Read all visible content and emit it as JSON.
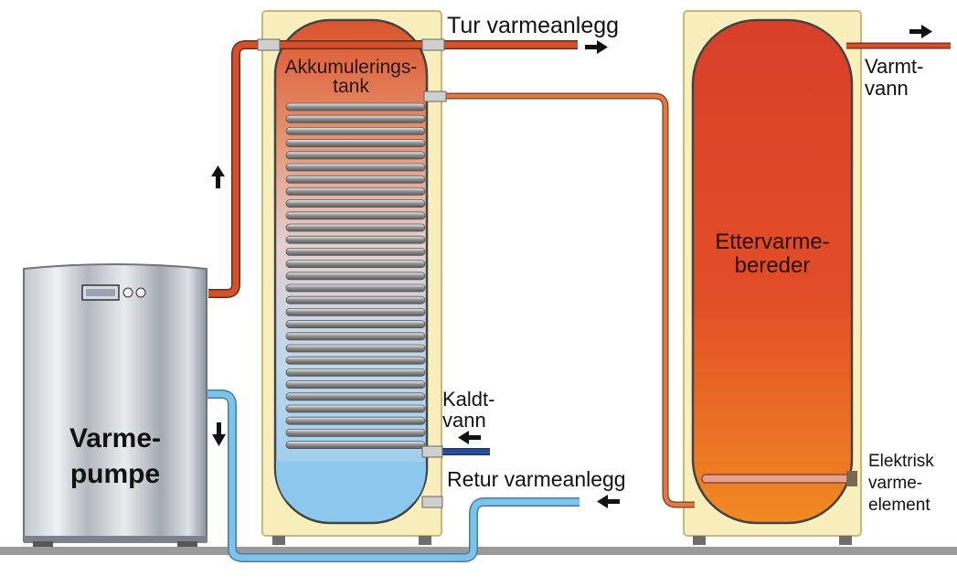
{
  "labels": {
    "tur": "Tur varmeanlegg",
    "retur": "Retur varmeanlegg",
    "akk_line1": "Akkumulerings-",
    "akk_line2": "tank",
    "varmtvann_line1": "Varmt-",
    "varmtvann_line2": "vann",
    "kaldtvann_line1": "Kaldt-",
    "kaldtvann_line2": "vann",
    "etter_line1": "Ettervarme-",
    "etter_line2": "bereder",
    "elektrisk_line1": "Elektrisk",
    "elektrisk_line2": "varme-",
    "elektrisk_line3": "element",
    "varmepumpe_line1": "Varme-",
    "varmepumpe_line2": "pumpe"
  },
  "colors": {
    "hot_pipe": "#d4502a",
    "cold_pipe": "#7fc3e8",
    "cold_water_pipe": "#2a4f9a",
    "tank_shell": "#f9efbd",
    "hot_water": "#d9452a",
    "cold_water": "#8cc8ee",
    "floor": "#9a9a9a"
  },
  "icons": {
    "flow_arrows": "arrow-icon",
    "display": "control-panel-icon"
  }
}
